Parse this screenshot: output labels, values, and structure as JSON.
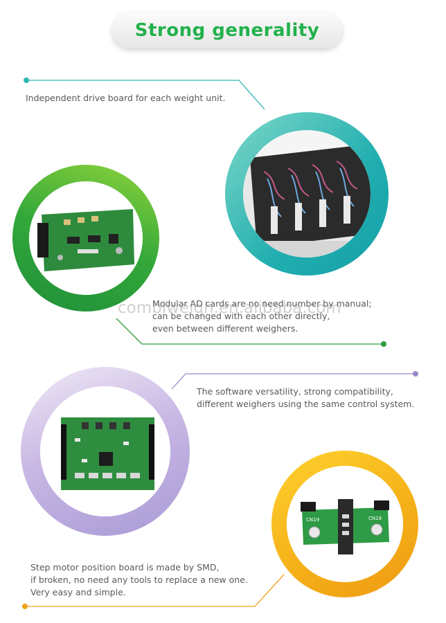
{
  "title": "Strong generality",
  "features": [
    {
      "text": [
        "Independent drive board for each weight unit."
      ]
    },
    {
      "text": [
        "Modular AD cards are no need number by manual;",
        "can be changed with each other directly,",
        "even between different weighers."
      ]
    },
    {
      "text": [
        "The software versatility, strong compatibility,",
        "different weighers using the same control system."
      ]
    },
    {
      "text": [
        "Step motor position board is made by SMD,",
        "if broken, no need any tools to replace a new one.",
        "Very easy and simple."
      ]
    }
  ],
  "watermark": "combiweigh.en.alibaba.com",
  "board_labels": {
    "left": "CN19",
    "right": "CN18"
  },
  "colors": {
    "title": "#22b14c",
    "teal": "#2fb7b0",
    "green": "#2a9d3a",
    "purple": "#9a87c8",
    "orange": "#f0a21c"
  }
}
